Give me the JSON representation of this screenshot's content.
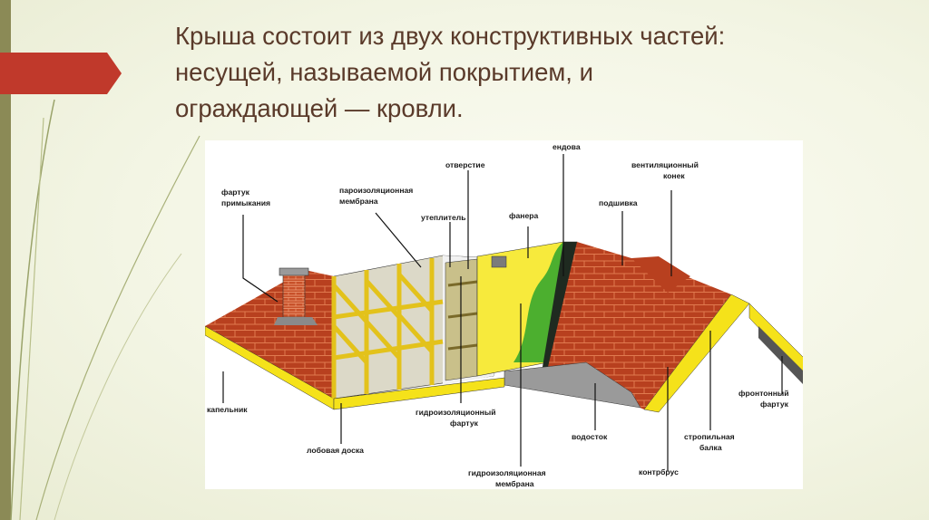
{
  "slide": {
    "title_lines": [
      "Крыша состоит из двух конструктивных частей:",
      "несущей, называемой покрытием, и",
      "ограждающей — кровли."
    ],
    "accent_color": "#c0392b"
  },
  "diagram": {
    "labels": {
      "fartuk_line1": "фартук",
      "fartuk_line2": "примыкания",
      "paroiz_line1": "пароизоляционная",
      "paroiz_line2": "мембрана",
      "otverstie": "отверстие",
      "endova": "ендова",
      "vent_line1": "вентиляционный",
      "vent_line2": "конек",
      "uteplitel": "утеплитель",
      "fanera": "фанера",
      "podshivka": "подшивка",
      "kapelnik": "капельник",
      "lobovaya": "лобовая доска",
      "gidrofart_line1": "гидроизоляционный",
      "gidrofart_line2": "фартук",
      "vodostok": "водосток",
      "gidromem_line1": "гидроизоляционная",
      "gidromem_line2": "мембрана",
      "kontrbrus": "контрбрус",
      "stropil_line1": "стропильная",
      "stropil_line2": "балка",
      "front_line1": "фронтонный",
      "front_line2": "фартук"
    }
  }
}
